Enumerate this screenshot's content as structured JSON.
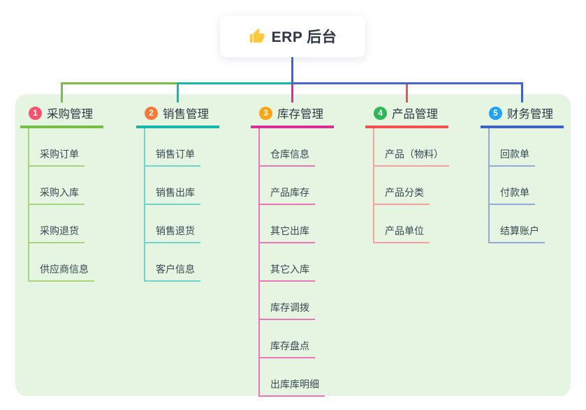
{
  "root": {
    "label": "ERP 后台",
    "icon": "thumbs-up-icon",
    "icon_color": "#FFC83D",
    "box_color": "#ffffff",
    "text_color": "#2e3645"
  },
  "colors": {
    "page_background": "#ffffff",
    "panel_background": "#e5f5e1",
    "root_connector": "#4565cc",
    "title_text": "#2f3944",
    "item_text": "#3b4754"
  },
  "branches": [
    {
      "number": "1",
      "label": "采购管理",
      "badge_color": "#f4516c",
      "line_color": "#79be44",
      "tint_color": "#a6d47d",
      "items": [
        "采购订单",
        "采购入库",
        "采购退货",
        "供应商信息"
      ]
    },
    {
      "number": "2",
      "label": "销售管理",
      "badge_color": "#f87937",
      "line_color": "#15b6ab",
      "tint_color": "#72d1c8",
      "items": [
        "销售订单",
        "销售出库",
        "销售退货",
        "客户信息"
      ]
    },
    {
      "number": "3",
      "label": "库存管理",
      "badge_color": "#fba414",
      "line_color": "#da2d95",
      "tint_color": "#eb74ba",
      "items": [
        "仓库信息",
        "产品库存",
        "其它出库",
        "其它入库",
        "库存调拨",
        "库存盘点",
        "出库库明细"
      ]
    },
    {
      "number": "4",
      "label": "产品管理",
      "badge_color": "#2fb656",
      "line_color": "#f64f4f",
      "tint_color": "#f9a0a0",
      "items": [
        "产品（物料）",
        "产品分类",
        "产品单位"
      ]
    },
    {
      "number": "5",
      "label": "财务管理",
      "badge_color": "#22a2f0",
      "line_color": "#3e63c9",
      "tint_color": "#93a9de",
      "items": [
        "回款单",
        "付款单",
        "结算账户"
      ]
    }
  ]
}
